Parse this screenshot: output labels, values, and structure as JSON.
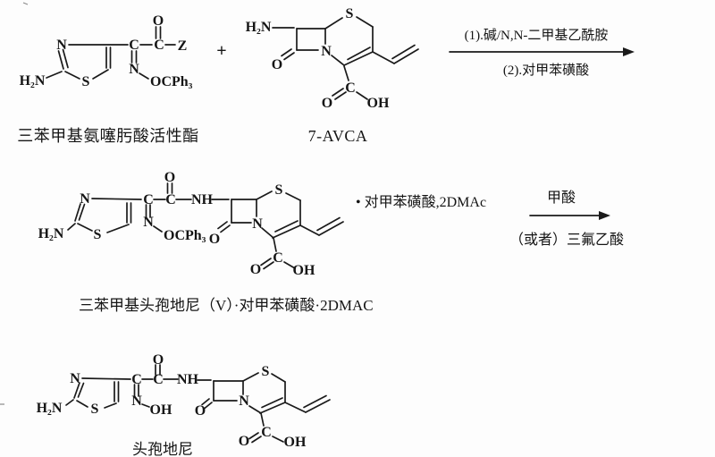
{
  "colors": {
    "ink": "#1a1a1a",
    "paper": "#fdfdfd"
  },
  "plus_sign": "+",
  "arrow1": {
    "above": "(1).碱/N,N-二甲基乙酰胺",
    "below": "(2).对甲苯磺酸"
  },
  "arrow2": {
    "above": "甲酸",
    "below": "（或者）三氟乙酸"
  },
  "adduct_note": "• 对甲苯磺酸,2DMAc",
  "structures": {
    "ester": {
      "name": "三苯甲基氨噻肟酸活性酯",
      "atoms": {
        "n_ring": "N",
        "s_ring": "S",
        "h2n": "H₂N",
        "c_oxime": "C",
        "c_ester": "C",
        "o_ester": "O",
        "z": "Z",
        "n_oxime": "N",
        "ocph3": "OCPh₃"
      }
    },
    "avca": {
      "name": "7-AVCA",
      "atoms": {
        "h2n": "H₂N",
        "s_ring": "S",
        "n_ring": "N",
        "o_lactam": "O",
        "c_acid": "C",
        "o_acid": "O",
        "oh_acid": "OH"
      }
    },
    "trityl": {
      "name": "三苯甲基头孢地尼（V）·对甲苯磺酸·2DMAC",
      "atoms": {
        "n_thiazole": "N",
        "s_thiazole": "S",
        "h2n": "H₂N",
        "c_oxime": "C",
        "n_oxime": "N",
        "ocph3": "OCPh₃",
        "c_amide": "C",
        "o_amide": "O",
        "nh": "NH",
        "o_lactam": "O",
        "n_ring": "N",
        "s_ring": "S",
        "c_acid": "C",
        "o_acid": "O",
        "oh_acid": "OH"
      }
    },
    "cefdinir": {
      "name": "头孢地尼",
      "atoms": {
        "n_thiazole": "N",
        "s_thiazole": "S",
        "h2n": "H₂N",
        "c_oxime": "C",
        "n_oxime": "N",
        "oh_oxime": "OH",
        "c_amide": "C",
        "o_amide": "O",
        "nh": "NH",
        "o_lactam": "O",
        "n_ring": "N",
        "s_ring": "S",
        "c_acid": "C",
        "o_acid": "O",
        "oh_acid": "OH"
      }
    }
  }
}
